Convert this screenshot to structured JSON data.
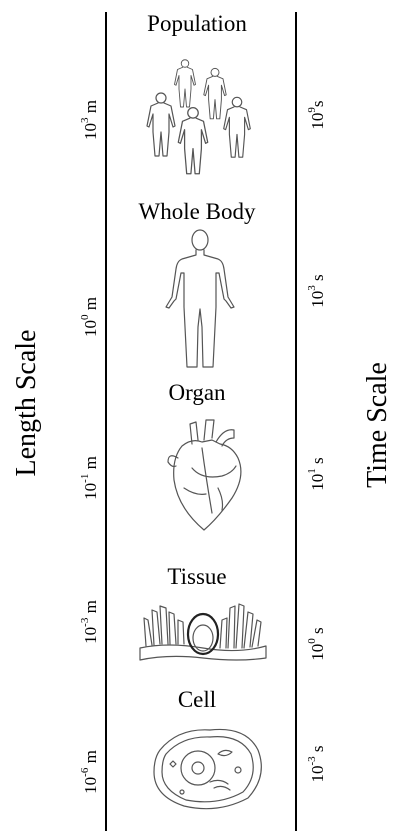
{
  "axes": {
    "length_title": "Length Scale",
    "time_title": "Time Scale"
  },
  "levels": [
    {
      "label": "Population",
      "length_base": "10",
      "length_exp": "3",
      "length_unit": " m",
      "time_base": "10",
      "time_exp": "9",
      "time_unit": "s",
      "icon": "population-figures-icon"
    },
    {
      "label": "Whole Body",
      "length_base": "10",
      "length_exp": "0",
      "length_unit": " m",
      "time_base": "10",
      "time_exp": "3",
      "time_unit": " s",
      "icon": "human-body-outline-icon"
    },
    {
      "label": "Organ",
      "length_base": "10",
      "length_exp": "-1",
      "length_unit": " m",
      "time_base": "10",
      "time_exp": "1",
      "time_unit": " s",
      "icon": "heart-drawing-icon"
    },
    {
      "label": "Tissue",
      "length_base": "10",
      "length_exp": "-3",
      "length_unit": " m",
      "time_base": "10",
      "time_exp": "0",
      "time_unit": " s",
      "icon": "tissue-cross-section-icon"
    },
    {
      "label": "Cell",
      "length_base": "10",
      "length_exp": "-6",
      "length_unit": " m",
      "time_base": "10",
      "time_exp": "-3",
      "time_unit": " s",
      "icon": "cell-diagram-icon"
    }
  ]
}
